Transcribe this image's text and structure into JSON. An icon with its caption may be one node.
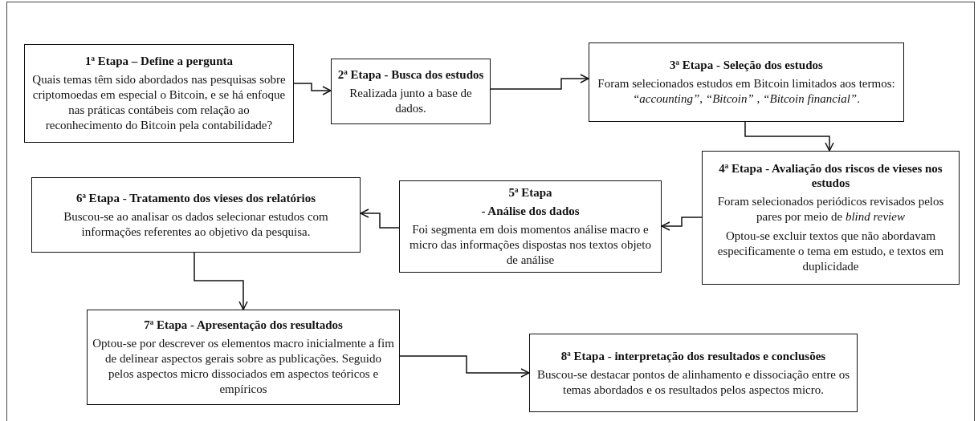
{
  "diagram": {
    "nodes": [
      {
        "text": [
          "1ª Etapa – Define a pergunta",
          "Quais temas têm sido abordados nas pesquisas sobre criptomoedas em especial o Bitcoin, e se há enfoque nas práticas contábeis com relação ao reconhecimento do Bitcoin pela contabilidade?"
        ]
      },
      {
        "text": [
          "2ª Etapa - Busca dos estudos",
          "Realizada junto a base de dados."
        ]
      },
      {
        "text": [
          "3ª Etapa - Seleção dos estudos",
          "Foram selecionados estudos em Bitcoin limitados aos termos: *“accounting”, “Bitcoin” , “Bitcoin financial”*."
        ]
      },
      {
        "text": [
          "4ª Etapa - Avaliação dos riscos de vieses nos estudos",
          "Foram selecionados periódicos revisados pelos pares por meio de *blind review*",
          "Optou-se excluir textos que não abordavam especificamente o tema em estudo, e textos em duplicidade"
        ]
      },
      {
        "text": [
          "5ª Etapa",
          "- Análise dos dados",
          "Foi segmenta em dois momentos análise macro e micro das informações dispostas nos textos objeto de análise"
        ]
      },
      {
        "text": [
          "6ª Etapa - Tratamento dos vieses dos relatórios",
          "Buscou-se ao analisar os dados selecionar estudos com informações referentes ao objetivo da pesquisa."
        ]
      },
      {
        "text": [
          "7ª Etapa - Apresentação dos resultados",
          "Optou-se por descrever os elementos macro inicialmente a fim de delinear aspectos gerais sobre as publicações. Seguido pelos aspectos micro dissociados em aspectos teóricos e empíricos"
        ]
      },
      {
        "text": [
          "8ª Etapa - interpretação dos resultados e conclusões",
          "Buscou-se destacar pontos de alinhamento e dissociação entre os temas abordados e os resultados pelos aspectos micro."
        ]
      }
    ],
    "edges": [
      {
        "from": 0,
        "to": 1,
        "arrow": "to"
      },
      {
        "from": 1,
        "to": 2,
        "arrow": "to"
      },
      {
        "from": 2,
        "to": 3,
        "arrow": "to"
      },
      {
        "from": 3,
        "to": 4,
        "arrow": "to"
      },
      {
        "from": 4,
        "to": 5,
        "arrow": "to"
      },
      {
        "from": 5,
        "to": 6,
        "arrow": "to"
      },
      {
        "from": 6,
        "to": 7,
        "arrow": "to"
      }
    ]
  }
}
